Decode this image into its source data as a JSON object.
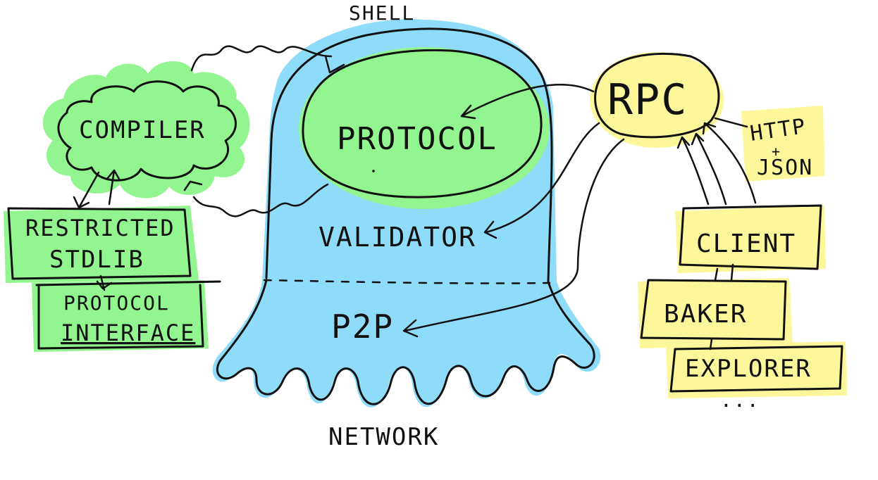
{
  "colors": {
    "shell_fill": "#8fdcfa",
    "green_fill": "#93f58f",
    "yellow_fill": "#fbf79a",
    "ink": "#111111",
    "background": "#ffffff"
  },
  "labels": {
    "shell": "SHELL",
    "protocol": "PROTOCOL",
    "validator": "VALIDATOR",
    "p2p": "P2P",
    "network": "NETWORK",
    "compiler": "COMPILER",
    "restricted_line1": "RESTRICTED",
    "restricted_line2": "STDLIB",
    "protocol_interface_line1": "PROTOCOL",
    "protocol_interface_line2": "INTERFACE",
    "rpc": "RPC",
    "http_line1": "HTTP",
    "http_line2": "+",
    "http_line3": "JSON",
    "client": "CLIENT",
    "baker": "BAKER",
    "explorer": "EXPLORER",
    "more": "..."
  }
}
